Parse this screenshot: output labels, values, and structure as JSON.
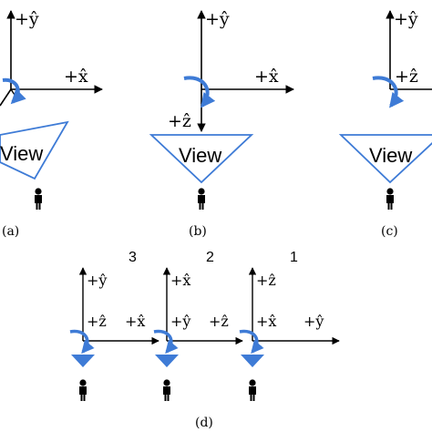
{
  "colors": {
    "rotation_arrow": "#3e7bd6",
    "axis": "#000000",
    "frustum_fill": "#3e7bd6"
  },
  "axes": {
    "plus_x": "+x̂",
    "plus_y": "+ŷ",
    "plus_z": "+ẑ"
  },
  "view_label": "View",
  "panels": {
    "a": "(a)",
    "b": "(b)",
    "c": "(c)",
    "d": "(d)"
  },
  "steps": [
    "3",
    "2",
    "1"
  ],
  "icons": [
    "rotation-arrow-icon",
    "person-icon"
  ]
}
